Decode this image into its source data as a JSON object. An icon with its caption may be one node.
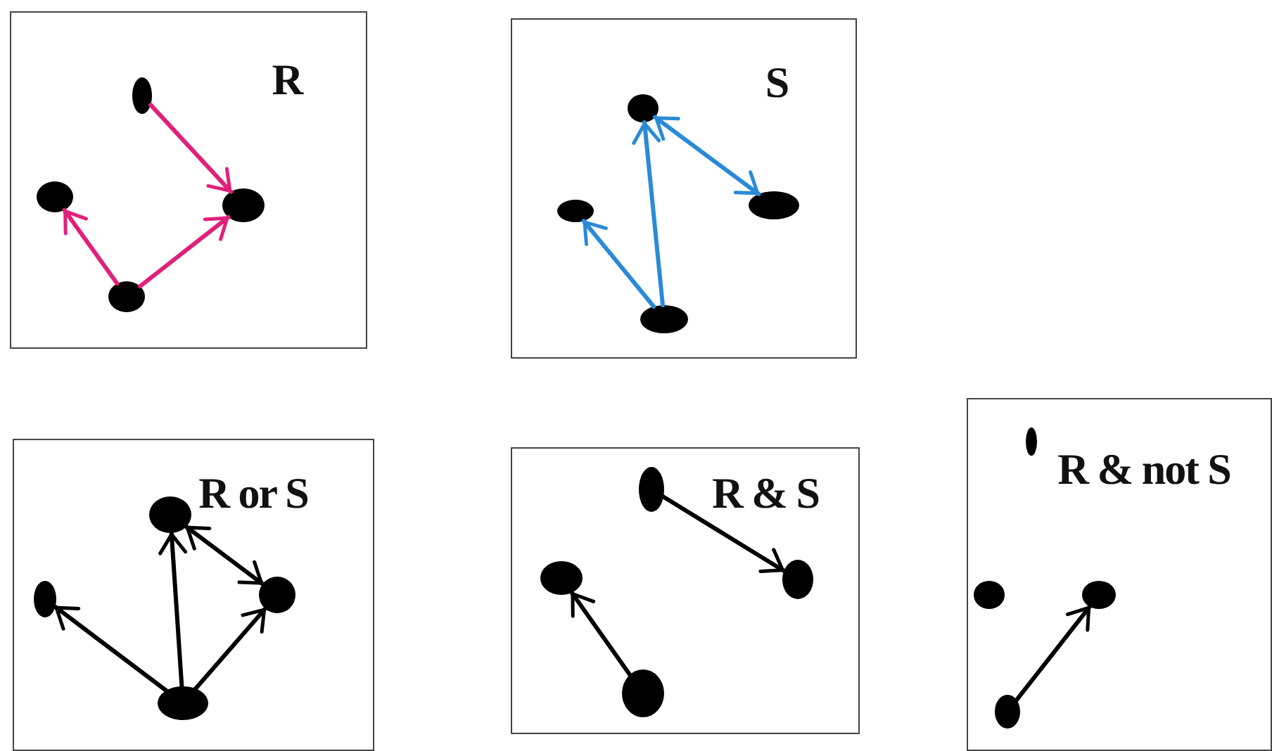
{
  "diagram": {
    "nodes": [
      {
        "text": [
          "R"
        ]
      },
      {
        "text": [],
        "shape": "circle",
        "in": 0
      },
      {
        "text": [],
        "shape": "circle",
        "in": 0
      },
      {
        "text": [],
        "shape": "circle",
        "in": 0
      },
      {
        "text": [],
        "shape": "circle",
        "in": 0
      },
      {
        "text": [
          "S"
        ]
      },
      {
        "text": [],
        "shape": "circle",
        "in": 5
      },
      {
        "text": [],
        "shape": "circle",
        "in": 5
      },
      {
        "text": [],
        "shape": "circle",
        "in": 5
      },
      {
        "text": [],
        "shape": "circle",
        "in": 5
      },
      {
        "text": [
          "R or S"
        ]
      },
      {
        "text": [],
        "shape": "circle",
        "in": 10
      },
      {
        "text": [],
        "shape": "circle",
        "in": 10
      },
      {
        "text": [],
        "shape": "circle",
        "in": 10
      },
      {
        "text": [],
        "shape": "circle",
        "in": 10
      },
      {
        "text": [
          "R & S"
        ]
      },
      {
        "text": [],
        "shape": "circle",
        "in": 15
      },
      {
        "text": [],
        "shape": "circle",
        "in": 15
      },
      {
        "text": [],
        "shape": "circle",
        "in": 15
      },
      {
        "text": [],
        "shape": "circle",
        "in": 15
      },
      {
        "text": [
          "R & not S"
        ]
      },
      {
        "text": [],
        "shape": "circle",
        "in": 20
      },
      {
        "text": [],
        "shape": "circle",
        "in": 20
      },
      {
        "text": [],
        "shape": "circle",
        "in": 20
      },
      {
        "text": [],
        "shape": "circle",
        "in": 20
      }
    ],
    "edges": [
      {
        "from": 1,
        "to": 3,
        "arrow": "to",
        "color": "#e0207a"
      },
      {
        "from": 4,
        "to": 3,
        "arrow": "to",
        "color": "#e0207a"
      },
      {
        "from": 4,
        "to": 2,
        "arrow": "to",
        "color": "#e0207a"
      },
      {
        "from": 6,
        "to": 8,
        "arrow": "both",
        "color": "#2a8ad8"
      },
      {
        "from": 9,
        "to": 6,
        "arrow": "to",
        "color": "#2a8ad8"
      },
      {
        "from": 9,
        "to": 7,
        "arrow": "to",
        "color": "#2a8ad8"
      },
      {
        "from": 11,
        "to": 13,
        "arrow": "both"
      },
      {
        "from": 14,
        "to": 11,
        "arrow": "to"
      },
      {
        "from": 14,
        "to": 13,
        "arrow": "to"
      },
      {
        "from": 14,
        "to": 12,
        "arrow": "to"
      },
      {
        "from": 16,
        "to": 18,
        "arrow": "to"
      },
      {
        "from": 19,
        "to": 17,
        "arrow": "to"
      },
      {
        "from": 24,
        "to": 23,
        "arrow": "to"
      }
    ]
  }
}
